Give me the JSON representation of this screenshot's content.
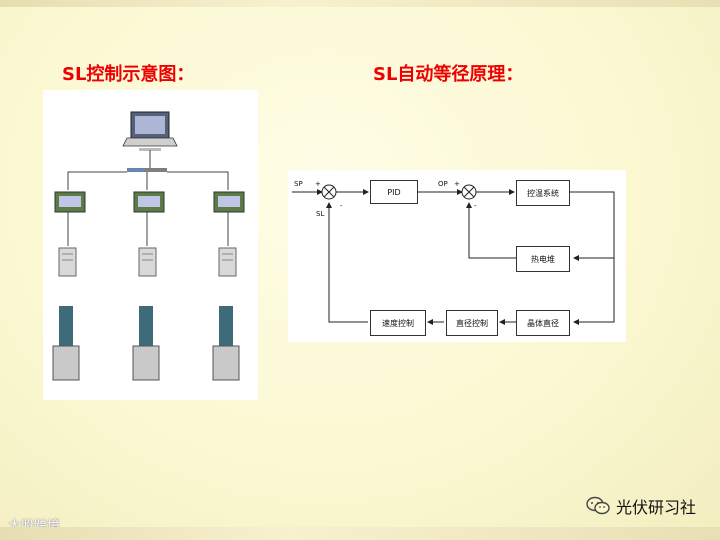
{
  "headings": {
    "left": "SL控制示意图：",
    "right": "SL自动等径原理："
  },
  "diagram": {
    "signals": {
      "sp": "SP",
      "op": "OP",
      "sl": "SL",
      "plus": "+",
      "minus": "-"
    },
    "blocks": {
      "pid": "PID",
      "heater_system": "控温系统",
      "thermocouple": "热电堆",
      "crystal_diameter": "晶体直径",
      "diameter_control": "直径控制",
      "speed_control": "速度控制"
    }
  },
  "footer": {
    "watermark": "大股跨境",
    "brand": "光伏研习社",
    "wechat_icon": "wechat-icon"
  },
  "colors": {
    "heading": "#ee0000",
    "screen": "#bfc6e6",
    "panel_green": "#5b7c46"
  }
}
